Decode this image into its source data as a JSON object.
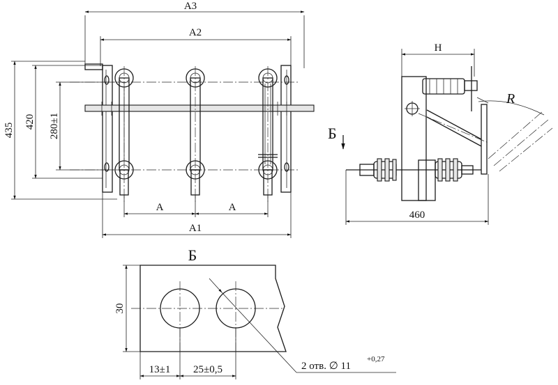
{
  "front_view": {
    "dim_a3": "A3",
    "dim_a2": "A2",
    "dim_a1": "A1",
    "dim_a_left": "A",
    "dim_a_right": "A",
    "dim_435": "435",
    "dim_420": "420",
    "dim_280": "280±1"
  },
  "side_view": {
    "dim_h": "H",
    "dim_460": "460",
    "label_r": "R",
    "view_marker": "Б"
  },
  "detail_view": {
    "title": "Б",
    "dim_30": "30",
    "dim_13": "13±1",
    "dim_25": "25±0,5",
    "hole_note": "2 отв. ∅ 11",
    "hole_tolerance": "+0,27"
  }
}
